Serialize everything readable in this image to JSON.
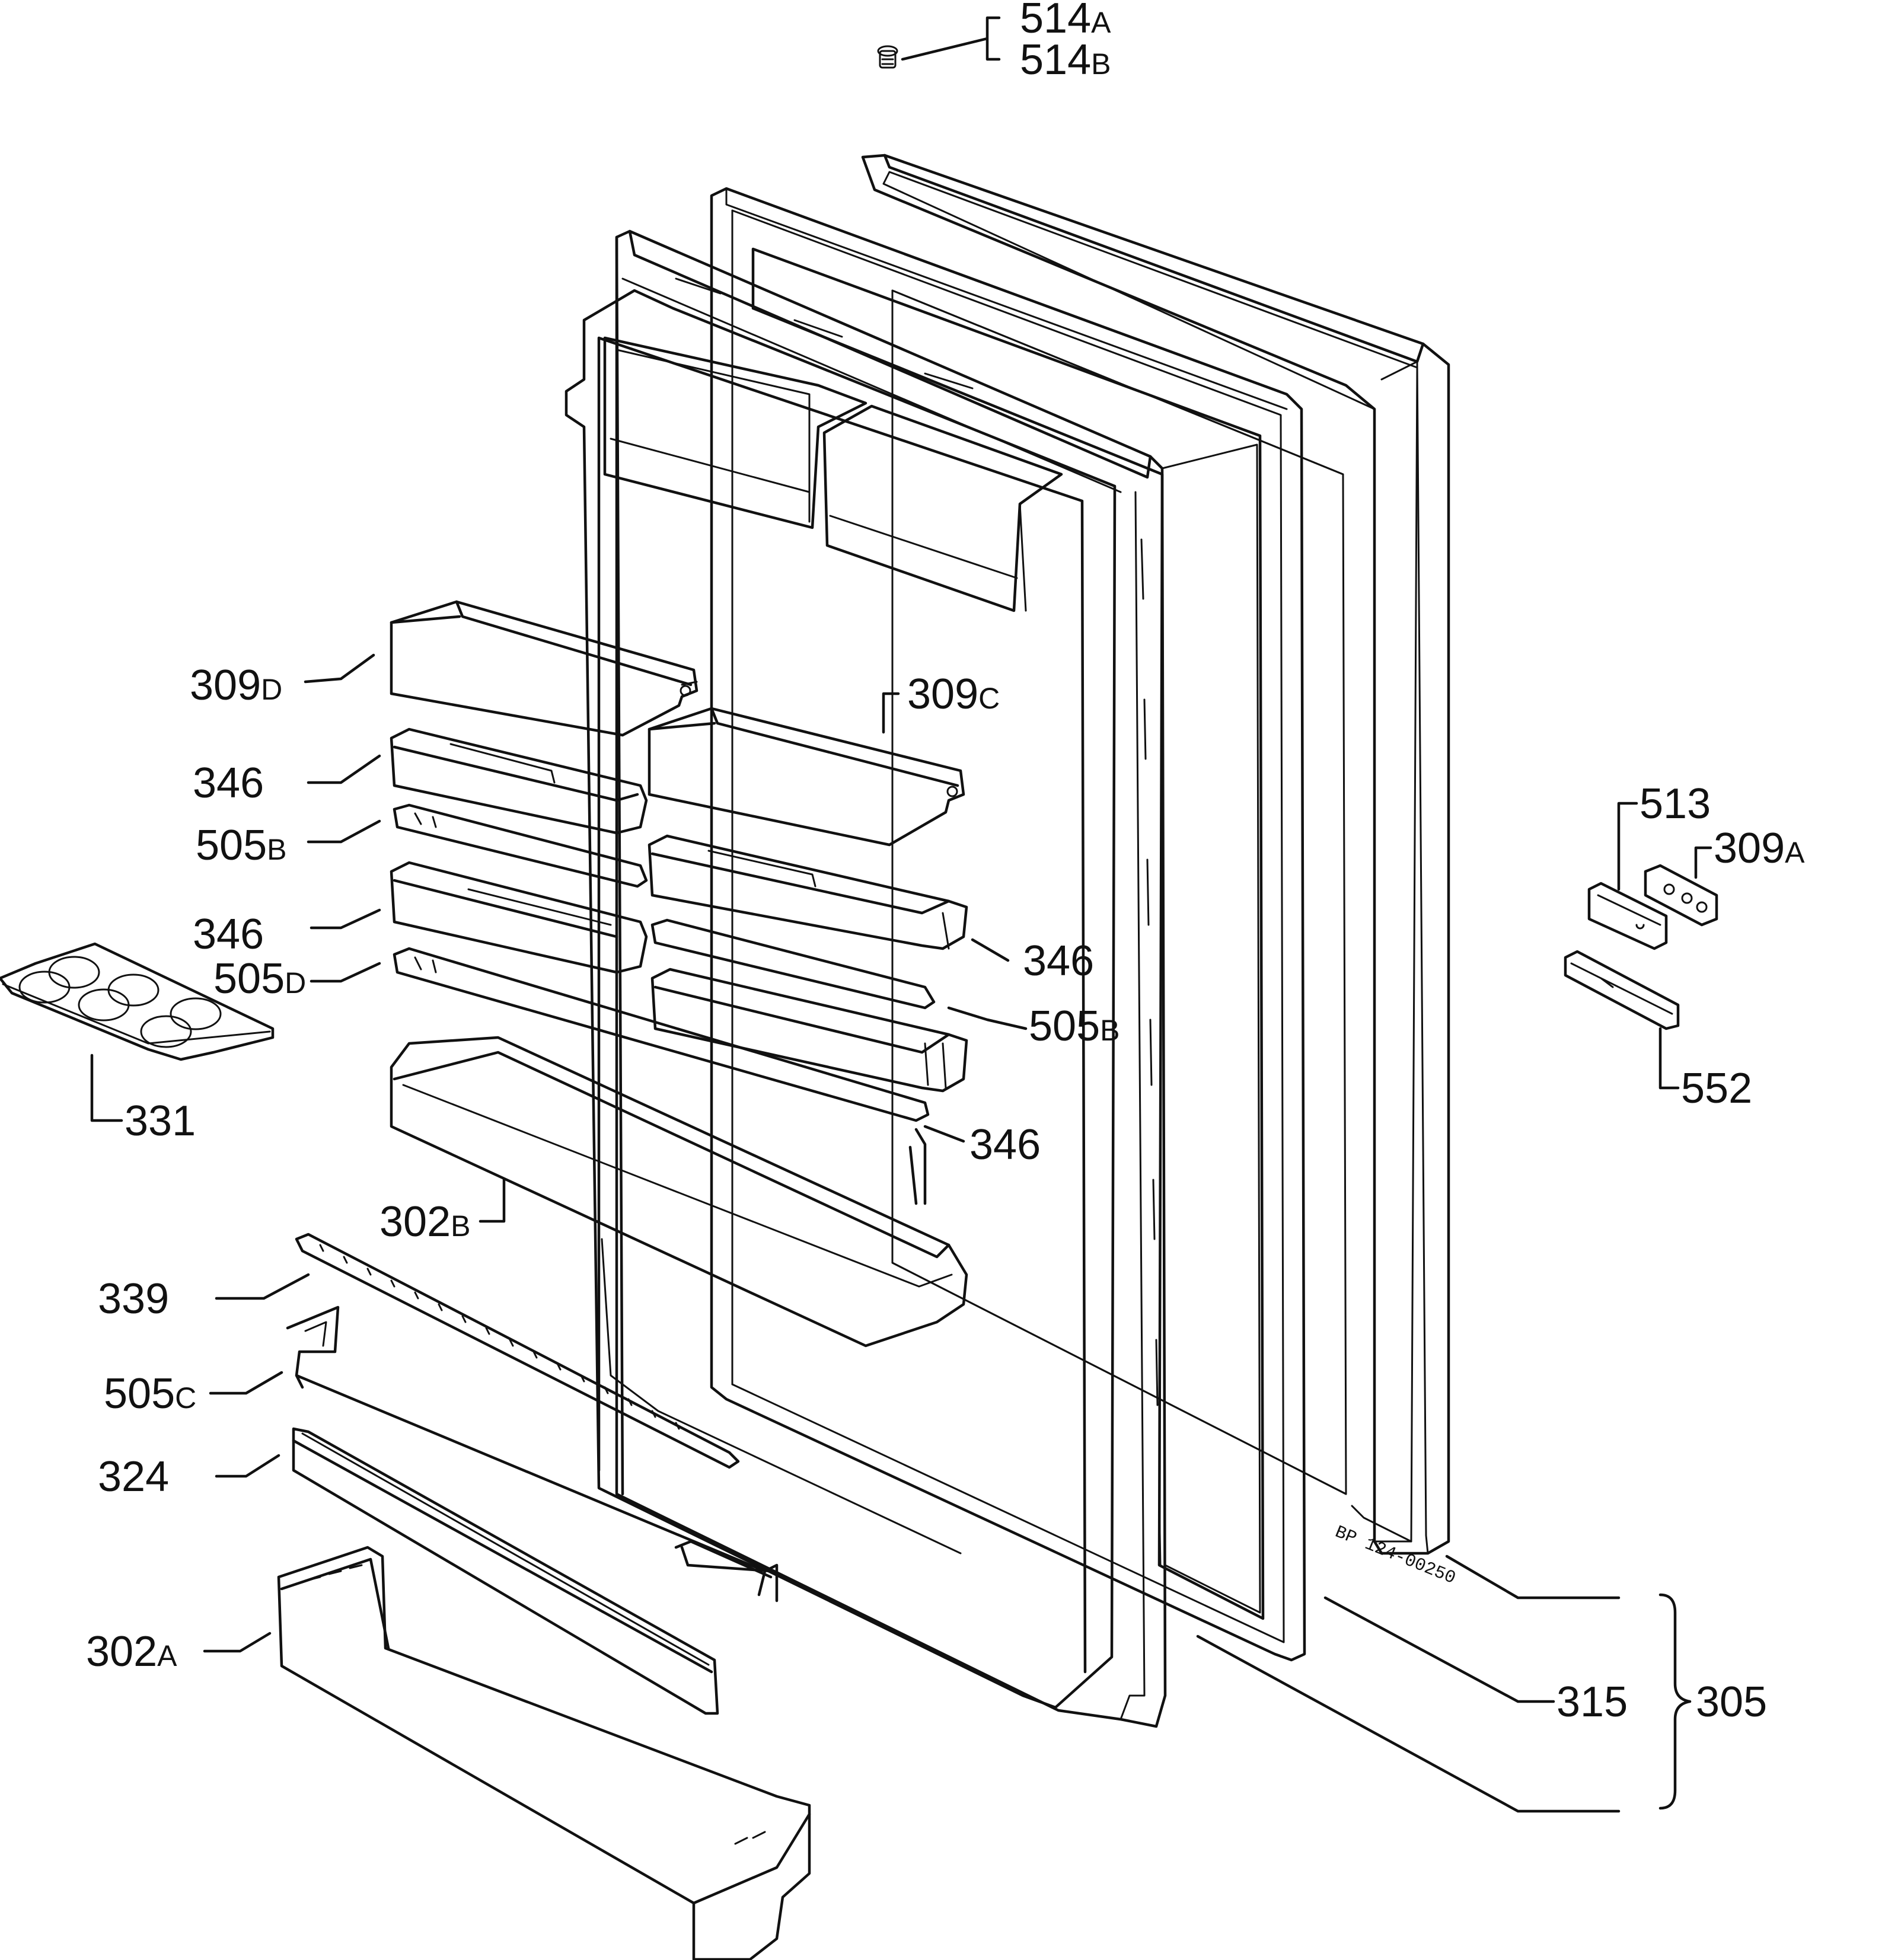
{
  "diagram": {
    "colors": {
      "ink": "#111111",
      "paper": "#ffffff",
      "foam_texture": "#222222"
    },
    "stamp": "BP 124-00250",
    "labels": {
      "l514a": {
        "num": "514",
        "suf": "A"
      },
      "l514b": {
        "num": "514",
        "suf": "B"
      },
      "l309d": {
        "num": "309",
        "suf": "D"
      },
      "l309c": {
        "num": "309",
        "suf": "C"
      },
      "l346a": {
        "num": "346",
        "suf": ""
      },
      "l505b_left": {
        "num": "505",
        "suf": "B"
      },
      "l346b": {
        "num": "346",
        "suf": ""
      },
      "l505d": {
        "num": "505",
        "suf": "D"
      },
      "l346c": {
        "num": "346",
        "suf": ""
      },
      "l505b_right": {
        "num": "505",
        "suf": "B"
      },
      "l346d": {
        "num": "346",
        "suf": ""
      },
      "l331": {
        "num": "331",
        "suf": ""
      },
      "l302b": {
        "num": "302",
        "suf": "B"
      },
      "l339": {
        "num": "339",
        "suf": ""
      },
      "l505c": {
        "num": "505",
        "suf": "C"
      },
      "l324": {
        "num": "324",
        "suf": ""
      },
      "l302a": {
        "num": "302",
        "suf": "A"
      },
      "l513": {
        "num": "513",
        "suf": ""
      },
      "l309a": {
        "num": "309",
        "suf": "A"
      },
      "l552": {
        "num": "552",
        "suf": ""
      },
      "l315": {
        "num": "315",
        "suf": ""
      },
      "l305": {
        "num": "305",
        "suf": ""
      }
    }
  }
}
